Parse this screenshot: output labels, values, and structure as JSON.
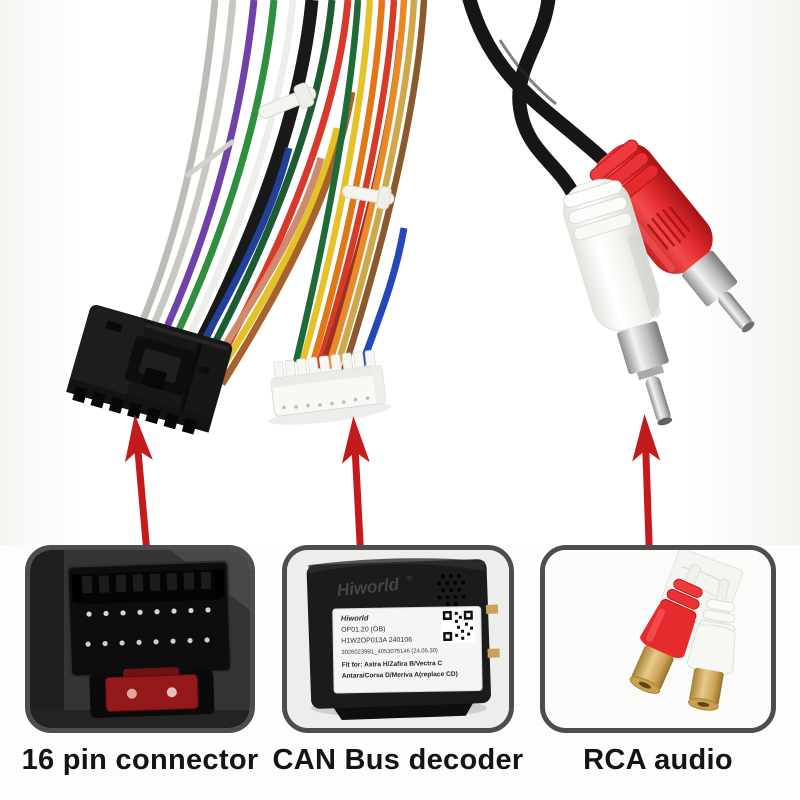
{
  "captions": {
    "pin16": "16 pin connector",
    "canbus": "CAN Bus decoder",
    "rca": "RCA audio"
  },
  "decoder": {
    "case_brand": "Hiworld",
    "case_reg": "®",
    "label_brand": "Hiworld",
    "label_line2": "OP01.20  (OB)",
    "label_line3": "H1W2OP013A   240106",
    "label_line4": "30260239B1_4053075146  (24.05.30)",
    "label_line5": "Fit for:  Astra H/Zafira B/Vectra C",
    "label_line6": "Antara/Corsa D/Meriva A(replace CD)"
  },
  "colors": {
    "arrow": "#c31b1b",
    "rca_red": "#e7302f",
    "rca_white": "#f7f7f4",
    "box_border": "#4d4d4d",
    "caption_text": "#141414",
    "wire_palette": [
      "#bcbcb6",
      "#6f42a8",
      "#2f8f3e",
      "#1d5c33",
      "#191919",
      "#ededea",
      "#d8392b",
      "#a33527",
      "#21409a",
      "#e3c227",
      "#d97a1e",
      "#a8622f",
      "#d08b6d",
      "#e07818",
      "#8a5a2e",
      "#cfa84a",
      "#2448b8"
    ]
  }
}
